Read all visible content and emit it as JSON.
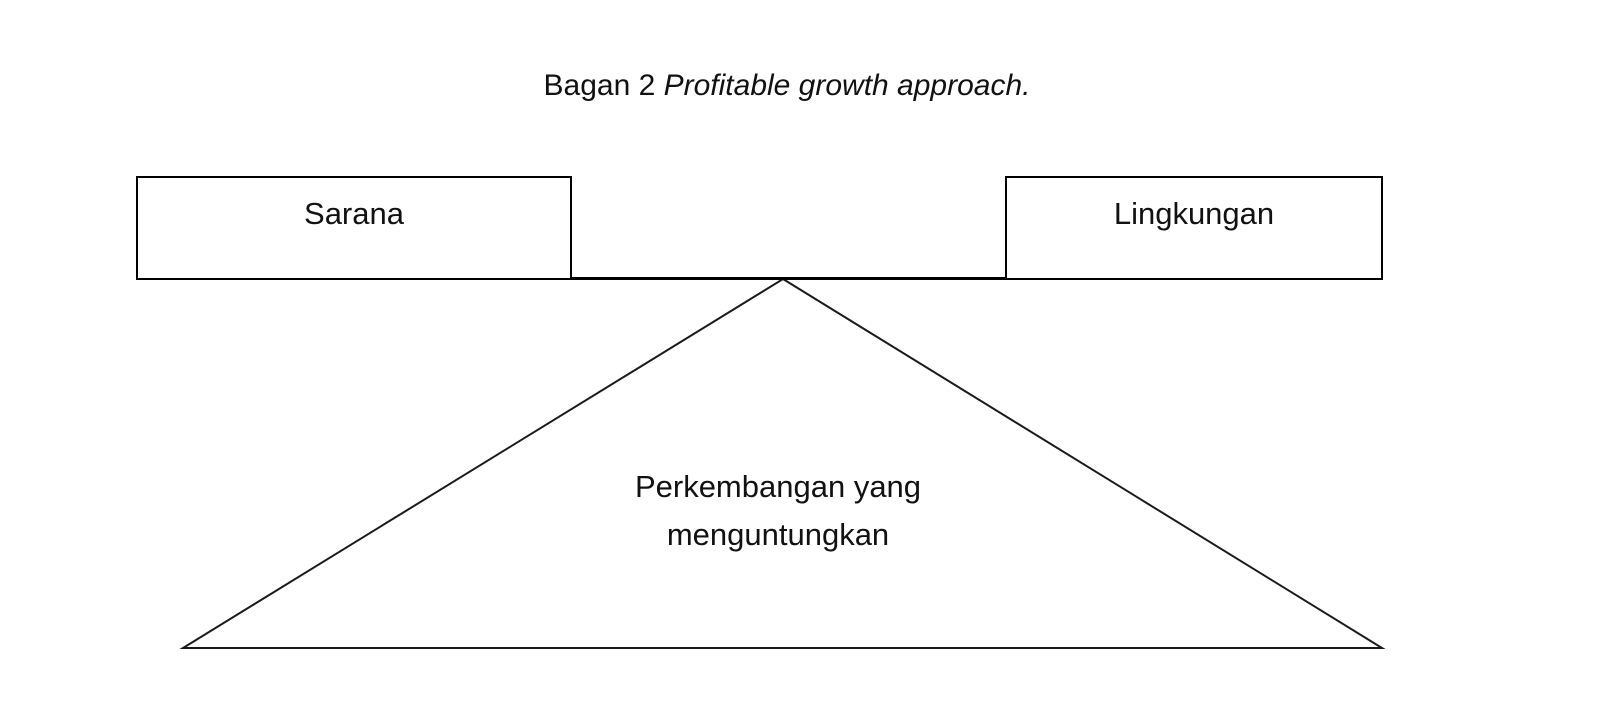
{
  "figure": {
    "caption": {
      "label": "Bagan 2 ",
      "title_italic": "Profitable growth approach.",
      "full": "Bagan 2 Profitable growth approach."
    },
    "diagram_type": "triangle-pyramid-with-supporting-boxes",
    "language": "Indonesian",
    "colors": {
      "background": "#ffffff",
      "stroke": "#000000",
      "triangle_stroke": "#1a1a1a",
      "text": "#111111"
    },
    "boxes": [
      {
        "id": "sarana",
        "label": "Sarana",
        "position": "top-left"
      },
      {
        "id": "lingkungan",
        "label": "Lingkungan",
        "position": "top-right"
      }
    ],
    "triangle": {
      "label_line_1": "Perkembangan yang",
      "label_line_2": "menguntungkan",
      "label_full": "Perkembangan yang menguntungkan"
    }
  }
}
